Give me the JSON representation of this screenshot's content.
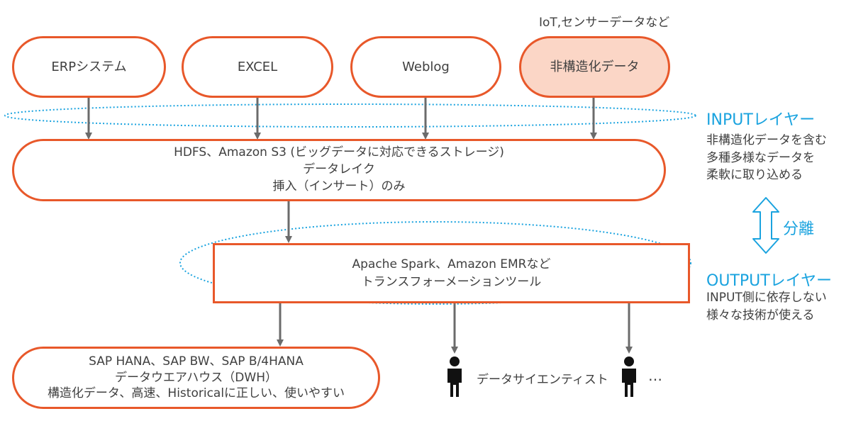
{
  "sources": {
    "annotation": "IoT,センサーデータなど",
    "items": [
      {
        "label": "ERPシステム"
      },
      {
        "label": "EXCEL"
      },
      {
        "label": "Weblog"
      },
      {
        "label": "非構造化データ"
      }
    ]
  },
  "datalake": {
    "line1": "HDFS、Amazon S3 (ビッグデータに対応できるストレージ)",
    "line2": "データレイク",
    "line3": "挿入（インサート）のみ"
  },
  "transform": {
    "line1": "Apache Spark、Amazon EMRなど",
    "line2": "トランスフォーメーションツール"
  },
  "dwh": {
    "line1": "SAP HANA、SAP BW、SAP B/4HANA",
    "line2": "データウエアハウス（DWH）",
    "line3": "構造化データ、高速、Historicalに正しい、使いやすい"
  },
  "consumers": {
    "data_scientist": "データサイエンティスト",
    "more": "…"
  },
  "input_layer": {
    "title": "INPUTレイヤー",
    "desc1": "非構造化データを含む",
    "desc2": "多種多様なデータを",
    "desc3": "柔軟に取り込める"
  },
  "separation": {
    "label": "分離"
  },
  "output_layer": {
    "title": "OUTPUTレイヤー",
    "desc1": "INPUT側に依存しない",
    "desc2": "様々な技術が使える"
  },
  "colors": {
    "box_border": "#e8582a",
    "highlight_fill": "#fbd6c6",
    "layer_accent": "#1aa3df",
    "arrow": "#6b6b6b",
    "text": "#404040"
  }
}
